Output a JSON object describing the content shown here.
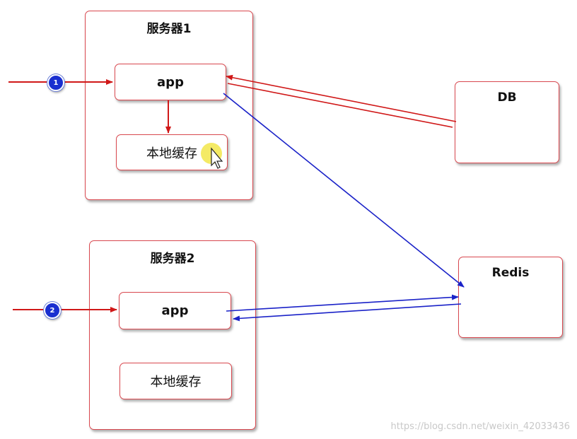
{
  "server1": {
    "title": "服务器1",
    "app_label": "app",
    "cache_label": "本地缓存"
  },
  "server2": {
    "title": "服务器2",
    "app_label": "app",
    "cache_label": "本地缓存"
  },
  "db": {
    "title": "DB"
  },
  "redis": {
    "title": "Redis"
  },
  "badges": {
    "first": "1",
    "second": "2"
  },
  "colors": {
    "border": "#d9484f",
    "red_arrow": "#d01818",
    "blue_arrow": "#1a22c8",
    "badge": "#1a2fd0"
  },
  "watermark": "https://blog.csdn.net/weixin_42033436"
}
